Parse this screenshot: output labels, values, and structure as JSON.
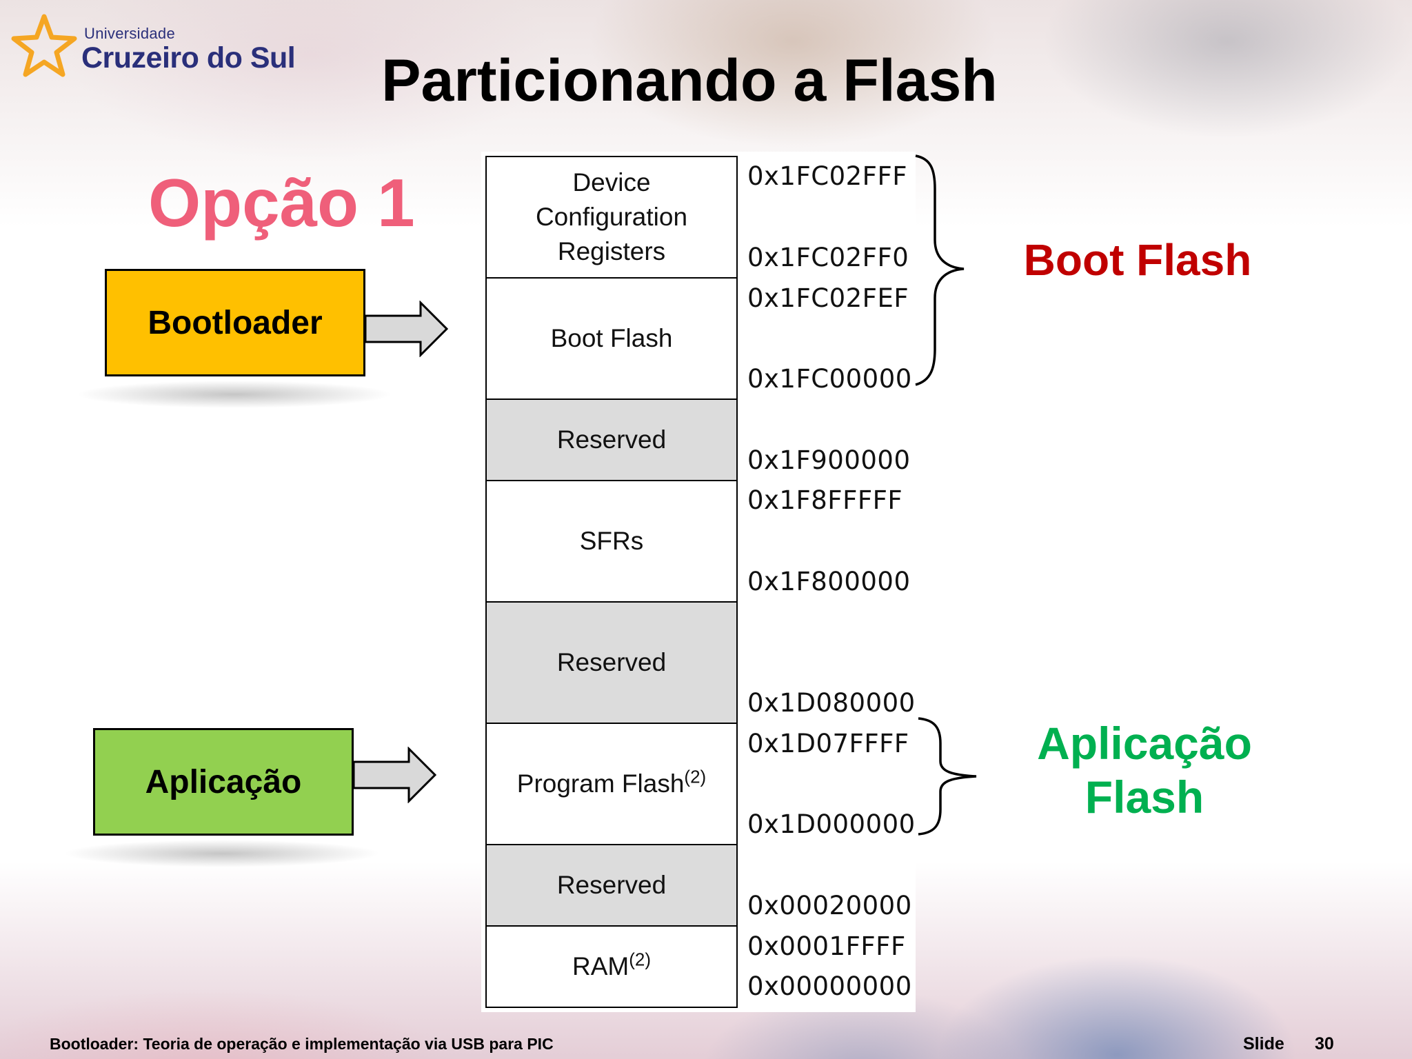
{
  "header": {
    "logo": {
      "line1": "Universidade",
      "line2": "Cruzeiro do Sul",
      "star_color": "#f5a623"
    },
    "title": "Particionando a Flash"
  },
  "option_label": "Opção 1",
  "boxes": {
    "bootloader": {
      "label": "Bootloader",
      "color": "#ffc000"
    },
    "aplicacao": {
      "label": "Aplicação",
      "color": "#92d050"
    }
  },
  "memory_map": {
    "segments": [
      {
        "label_lines": [
          "Device",
          "Configuration",
          "Registers"
        ],
        "shaded": false
      },
      {
        "label": "Boot Flash",
        "shaded": false
      },
      {
        "label": "Reserved",
        "shaded": true
      },
      {
        "label": "SFRs",
        "shaded": false
      },
      {
        "label": "Reserved",
        "shaded": true
      },
      {
        "label": "Program Flash",
        "superscript": "(2)",
        "shaded": false
      },
      {
        "label": "Reserved",
        "shaded": true
      },
      {
        "label": "RAM",
        "superscript": "(2)",
        "shaded": false
      }
    ],
    "addresses": [
      "0x1FC02FFF",
      "0x1FC02FF0",
      "0x1FC02FEF",
      "0x1FC00000",
      "0x1F900000",
      "0x1F8FFFFF",
      "0x1F800000",
      "0x1D080000",
      "0x1D07FFFF",
      "0x1D000000",
      "0x00020000",
      "0x0001FFFF",
      "0x00000000"
    ]
  },
  "regions": {
    "boot_flash": {
      "label": "Boot Flash",
      "color": "#c00000"
    },
    "aplicacao_flash": {
      "line1": "Aplicação",
      "line2": "Flash",
      "color": "#00b050"
    }
  },
  "footer": {
    "course": "Bootloader: Teoria de operação e implementação via USB para PIC",
    "slide_label": "Slide",
    "slide_number": "30"
  }
}
